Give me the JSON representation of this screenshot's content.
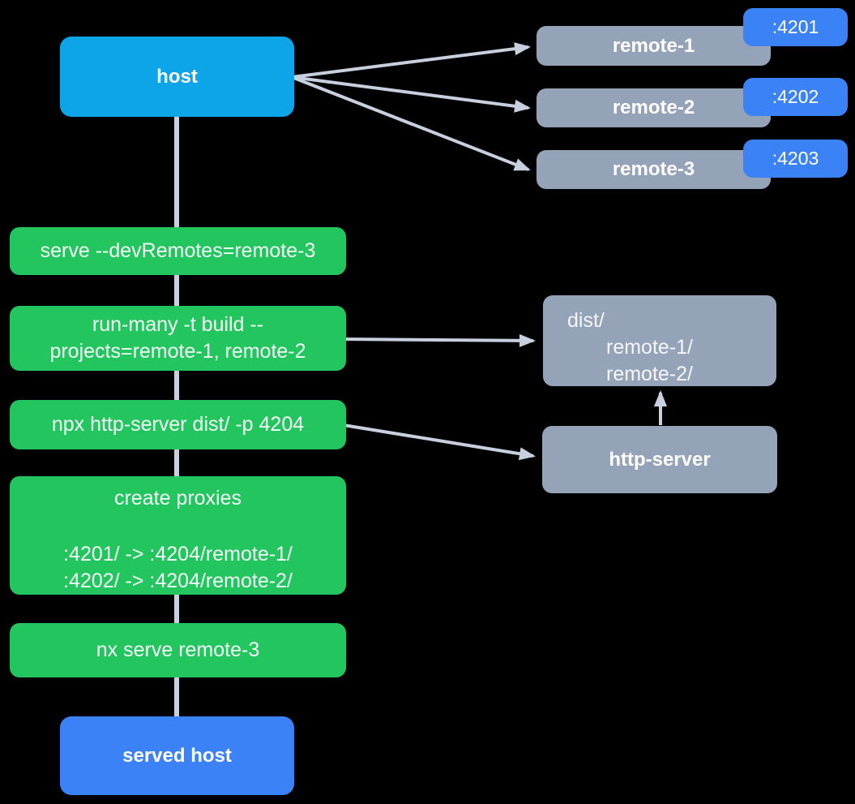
{
  "colors": {
    "background": "#000000",
    "host_fill": "#0DA4E8",
    "remote_fill": "#94A3B8",
    "port_badge_fill": "#3B82F6",
    "command_fill": "#23C55E",
    "served_host_fill": "#3B82F6",
    "connector": "#C8D0DF",
    "text": "#FFFFFF"
  },
  "host": {
    "label": "host"
  },
  "remotes": [
    {
      "label": "remote-1",
      "port": ":4201"
    },
    {
      "label": "remote-2",
      "port": ":4202"
    },
    {
      "label": "remote-3",
      "port": ":4203"
    }
  ],
  "commands": {
    "serve": "serve --devRemotes=remote-3",
    "run_many_line1": "run-many -t build --",
    "run_many_line2": "projects=remote-1, remote-2",
    "http_server": "npx http-server dist/ -p 4204",
    "proxies_title": "create proxies",
    "proxies_rule1": ":4201/ -> :4204/remote-1/",
    "proxies_rule2": ":4202/ -> :4204/remote-2/",
    "nx_serve": "nx serve remote-3"
  },
  "dist": {
    "line1": "dist/",
    "line2": "remote-1/",
    "line3": "remote-2/"
  },
  "http_server": {
    "label": "http-server"
  },
  "served_host": {
    "label": "served host"
  }
}
